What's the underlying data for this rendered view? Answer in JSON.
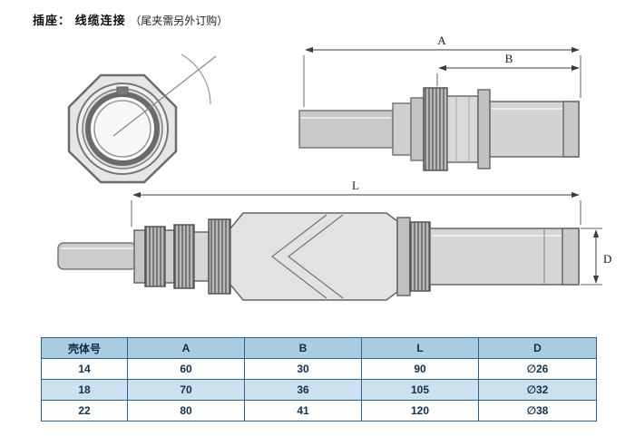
{
  "header": {
    "title_main": "插座： 线缆连接",
    "title_note": "（尾夹需另外订购）"
  },
  "dims": {
    "a": "A",
    "b": "B",
    "l": "L",
    "d": "D"
  },
  "table": {
    "headers": [
      "壳体号",
      "A",
      "B",
      "L",
      "D"
    ],
    "rows": [
      [
        "14",
        "60",
        "30",
        "90",
        "∅26"
      ],
      [
        "18",
        "70",
        "36",
        "105",
        "∅32"
      ],
      [
        "22",
        "80",
        "41",
        "120",
        "∅38"
      ]
    ]
  }
}
